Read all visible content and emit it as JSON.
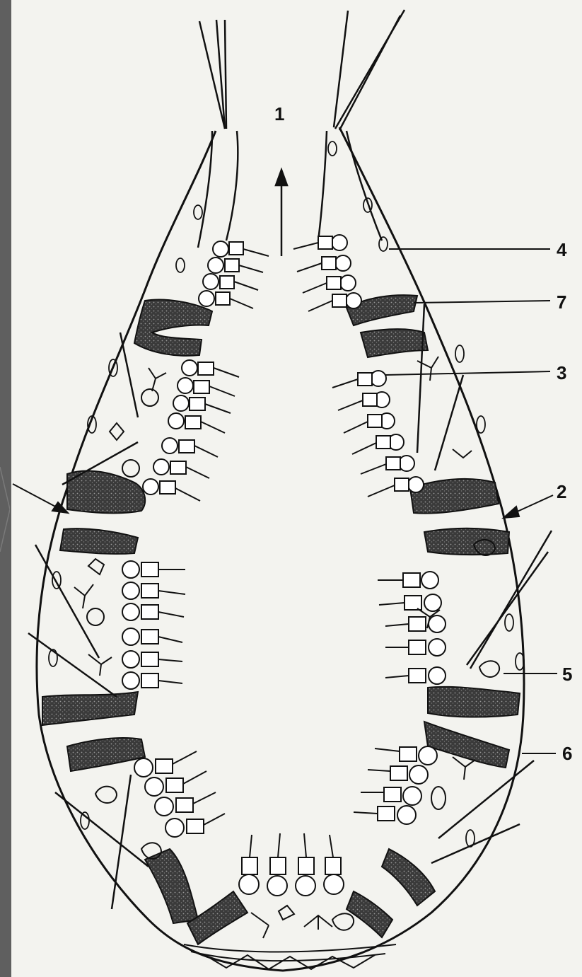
{
  "figure": {
    "labels": [
      {
        "id": "1",
        "text": "1"
      },
      {
        "id": "2",
        "text": "2"
      },
      {
        "id": "3",
        "text": "3"
      },
      {
        "id": "4",
        "text": "4"
      },
      {
        "id": "5",
        "text": "5"
      },
      {
        "id": "6",
        "text": "6"
      },
      {
        "id": "7",
        "text": "7"
      }
    ]
  },
  "colors": {
    "sidebar": "#5f5f5f",
    "paper": "#f3f3ef",
    "ink": "#111111",
    "stipple": "#2a2a2a"
  }
}
